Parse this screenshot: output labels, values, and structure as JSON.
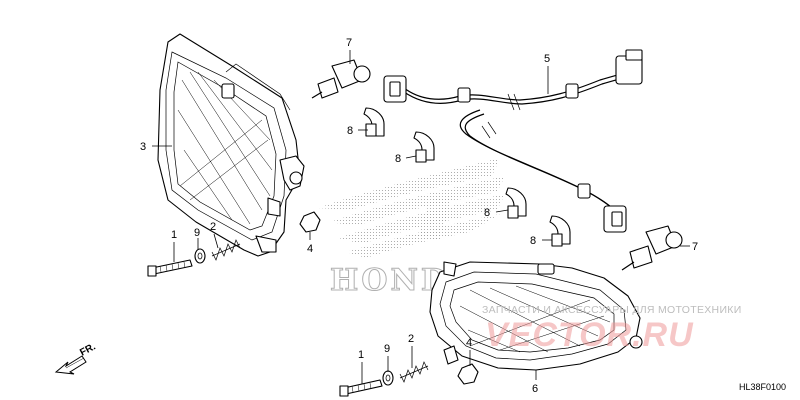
{
  "diagram": {
    "callouts": {
      "c1_top": "1",
      "c1_bot": "1",
      "c2_top": "2",
      "c2_bot": "2",
      "c3": "3",
      "c4_top": "4",
      "c4_bot": "4",
      "c5": "5",
      "c6": "6",
      "c7_top": "7",
      "c7_right": "7",
      "c8_a": "8",
      "c8_b": "8",
      "c8_c": "8",
      "c8_d": "8",
      "c9_top": "9",
      "c9_bot": "9"
    },
    "direction_label": "FR.",
    "diagram_code": "HL38F0100",
    "background_logo": "HONDA",
    "watermark": {
      "text": "ЗАПЧАСТИ И АКСЕССУАРЫ ДЛЯ МОТОТЕХНИКИ",
      "brand": "VECTOR.RU"
    }
  }
}
